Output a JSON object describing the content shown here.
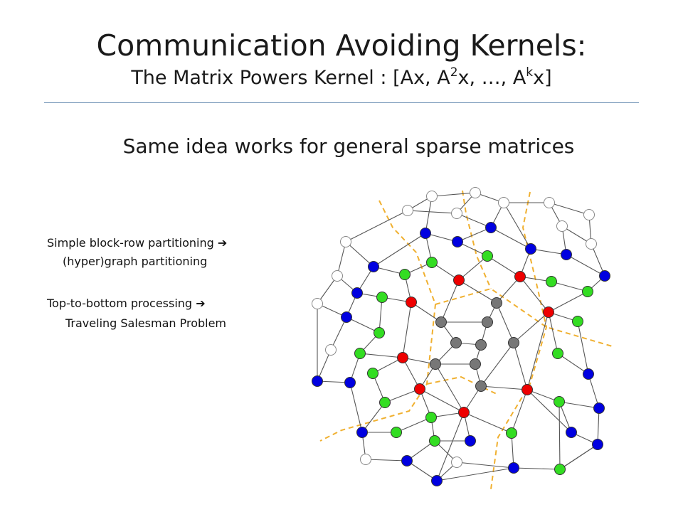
{
  "slide": {
    "title": "Communication Avoiding Kernels:",
    "subtitle_prefix": "The Matrix Powers Kernel : [Ax, A",
    "subtitle_sup1": "2",
    "subtitle_mid": "x, …, A",
    "subtitle_sup2": "k",
    "subtitle_suffix": "x]",
    "headline": "Same idea works for general sparse matrices",
    "bullet1_line1": "Simple block-row partitioning",
    "bullet1_line2": "(hyper)graph partitioning",
    "bullet2_line1": "Top-to-bottom processing",
    "bullet2_line2": "Traveling Salesman Problem",
    "arrow_glyph": "➔"
  },
  "colors": {
    "blue": "#0000e0",
    "green": "#33dd22",
    "red": "#ee0000",
    "gray": "#777777",
    "white": "#ffffff",
    "edge": "#555555",
    "partition": "#f0b030"
  }
}
